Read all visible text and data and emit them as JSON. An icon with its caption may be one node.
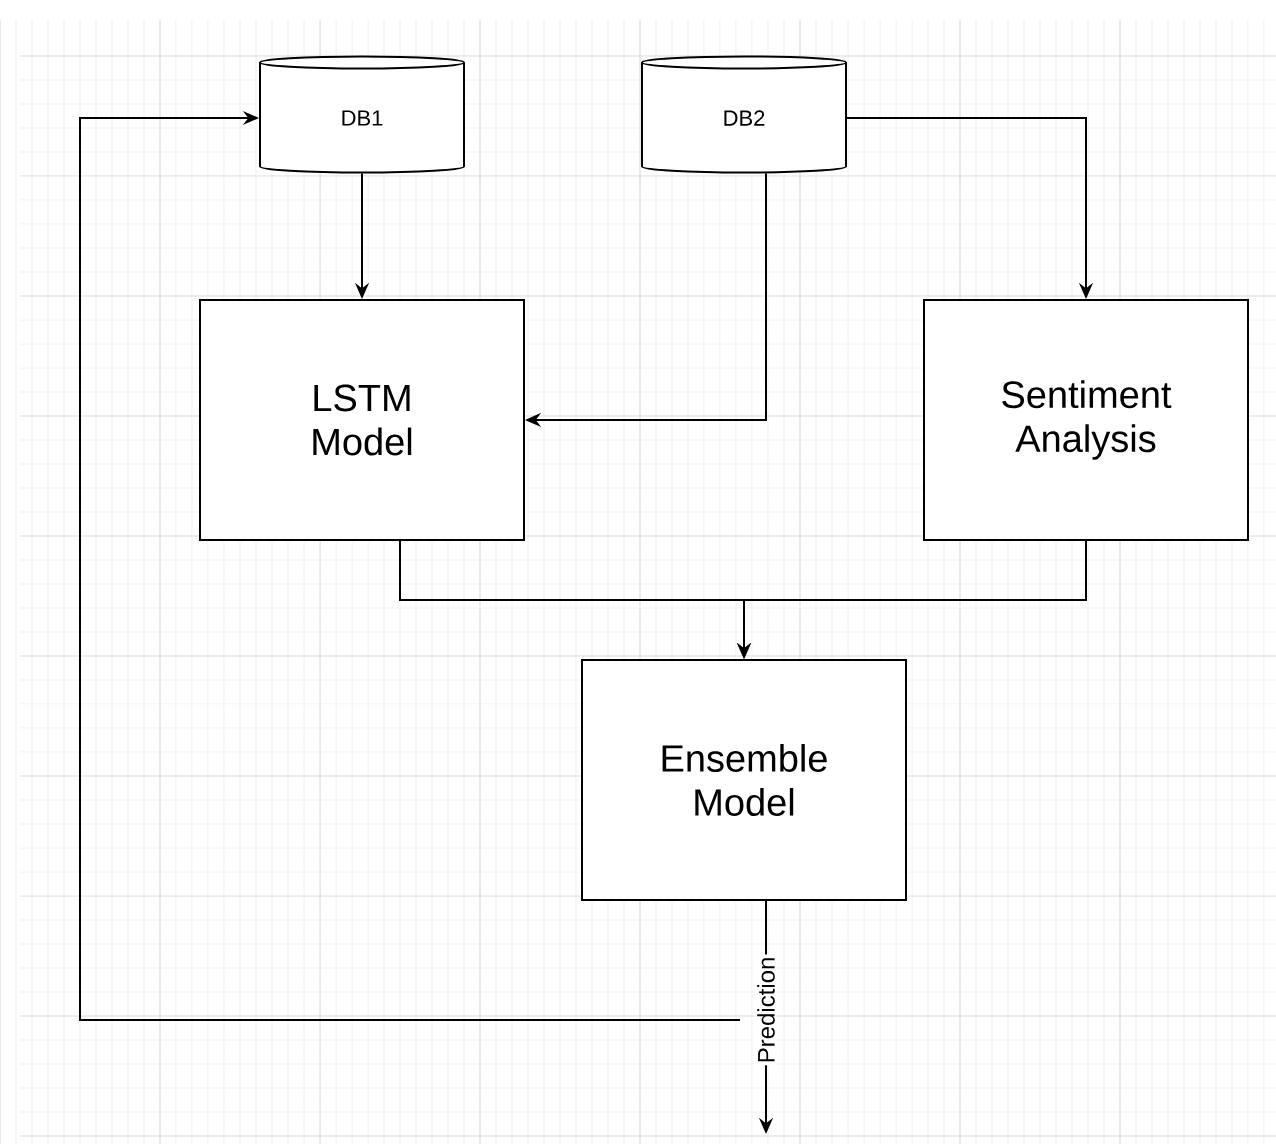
{
  "diagram": {
    "nodes": [
      {
        "text": [
          "DB1"
        ]
      },
      {
        "text": [
          "DB2"
        ]
      },
      {
        "text": [
          "LSTM Model"
        ]
      },
      {
        "text": [
          "Sentiment Analysis"
        ]
      },
      {
        "text": [
          "Ensemble Model"
        ]
      }
    ],
    "edges": [
      {
        "from": 0,
        "to": 2,
        "arrow": "to"
      },
      {
        "from": 1,
        "to": 2,
        "arrow": "to"
      },
      {
        "from": 1,
        "to": 3,
        "arrow": "to"
      },
      {
        "from": 2,
        "to": 4,
        "arrow": "to"
      },
      {
        "from": 3,
        "to": 4,
        "arrow": "to"
      },
      {
        "from": 4,
        "to": null,
        "label": "Prediction",
        "arrow": "to"
      },
      {
        "from": 4,
        "to": 0,
        "arrow": "to"
      }
    ]
  }
}
